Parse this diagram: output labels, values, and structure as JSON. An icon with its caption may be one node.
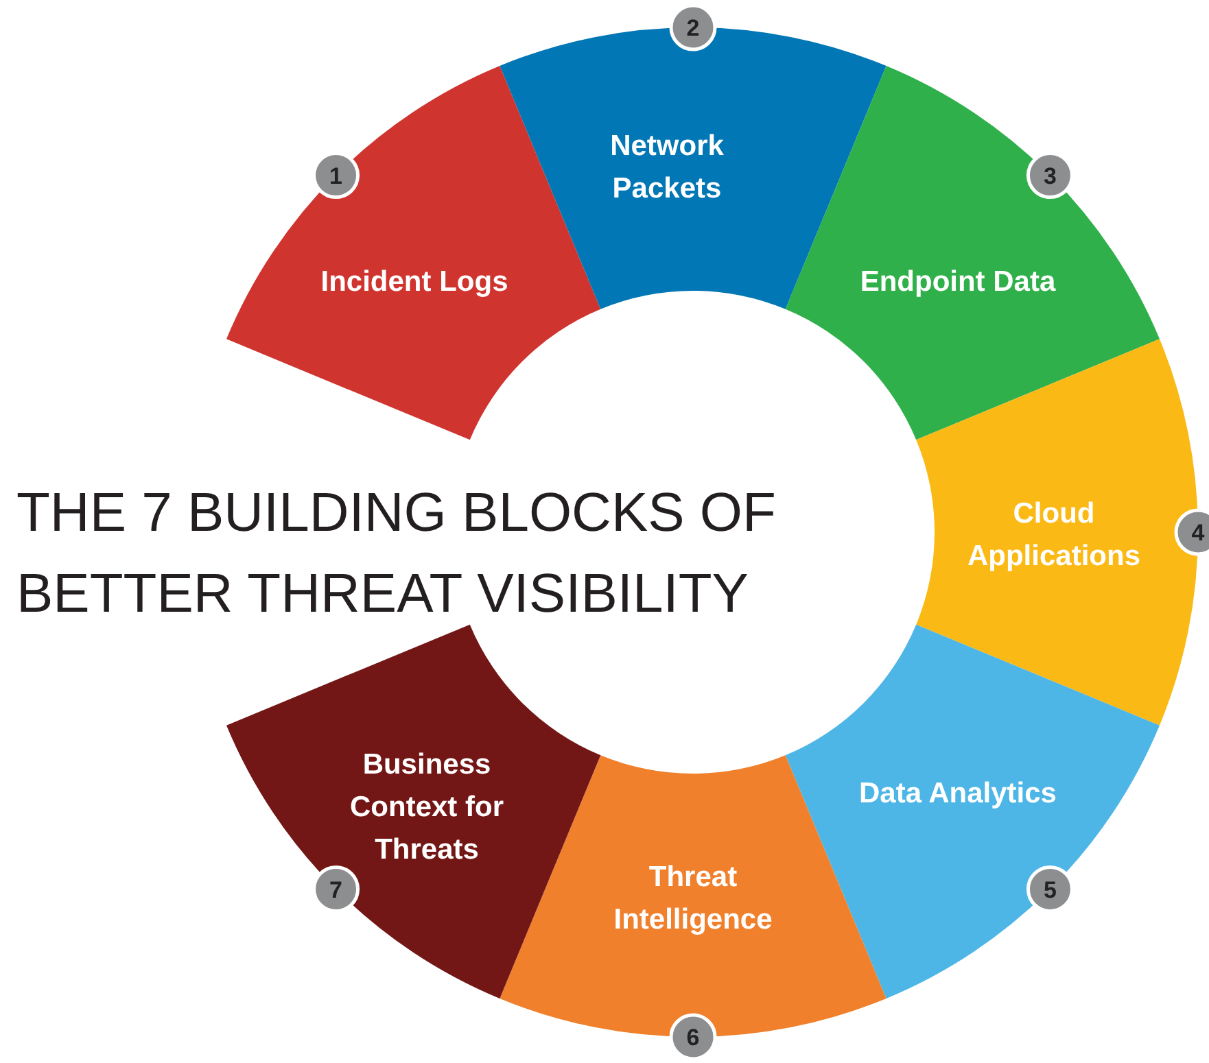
{
  "diagram": {
    "title": "THE 7 BUILDING BLOCKS OF BETTER THREAT VISIBILITY",
    "nodes": [
      {
        "text": [
          "Incident Logs"
        ],
        "beside": [
          "1"
        ]
      },
      {
        "text": [
          "Network Packets"
        ],
        "beside": [
          "2"
        ]
      },
      {
        "text": [
          "Endpoint Data"
        ],
        "beside": [
          "3"
        ]
      },
      {
        "text": [
          "Cloud Applications"
        ],
        "beside": [
          "4"
        ]
      },
      {
        "text": [
          "Data Analytics"
        ],
        "beside": [
          "5"
        ]
      },
      {
        "text": [
          "Threat Intelligence"
        ],
        "beside": [
          "6"
        ]
      },
      {
        "text": [
          "Business Context for Threats"
        ],
        "beside": [
          "7"
        ]
      }
    ]
  }
}
